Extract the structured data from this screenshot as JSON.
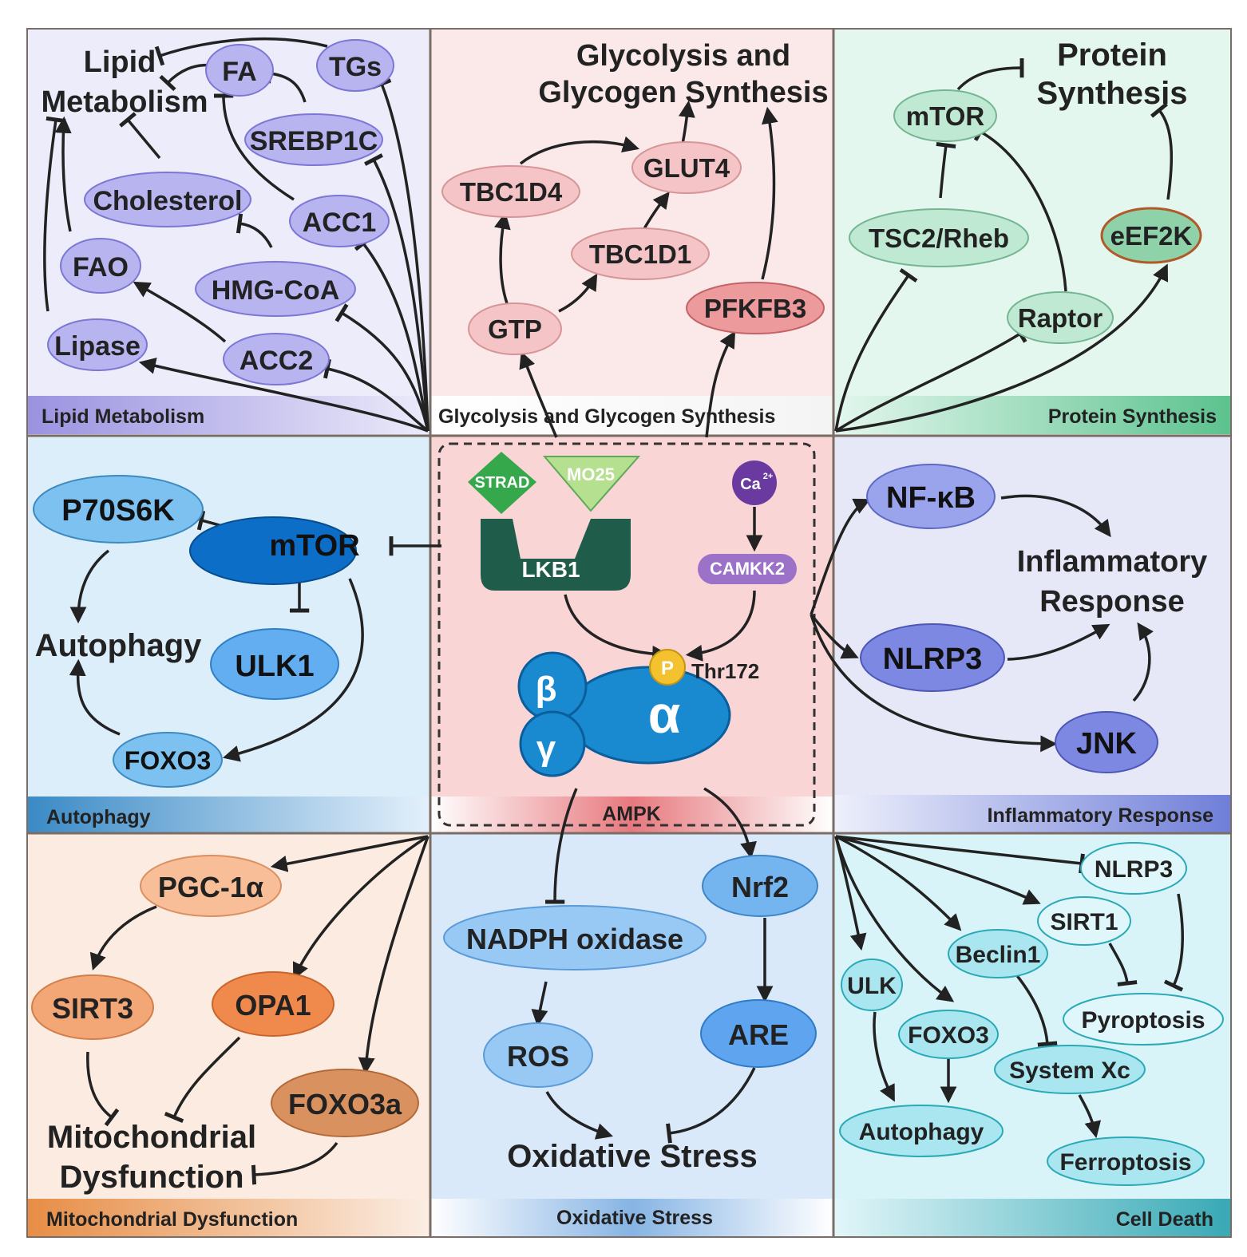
{
  "panels": {
    "lipid": {
      "bar_label": "Lipid Metabolism",
      "title_line1": "Lipid",
      "title_line2": "Metabolism",
      "nodes": {
        "fa": "FA",
        "tgs": "TGs",
        "srebp1c": "SREBP1C",
        "cholesterol": "Cholesterol",
        "acc1": "ACC1",
        "fao": "FAO",
        "hmgcoa": "HMG-CoA",
        "lipase": "Lipase",
        "acc2": "ACC2"
      }
    },
    "glycolysis": {
      "bar_label": "Glycolysis and Glycogen Synthesis",
      "title_line1": "Glycolysis and",
      "title_line2": "Glycogen Synthesis",
      "nodes": {
        "glut4": "GLUT4",
        "tbc1d4": "TBC1D4",
        "tbc1d1": "TBC1D1",
        "gtp": "GTP",
        "pfkfb3": "PFKFB3"
      }
    },
    "protein": {
      "bar_label": "Protein Synthesis",
      "title_line1": "Protein",
      "title_line2": "Synthesis",
      "nodes": {
        "mtor": "mTOR",
        "tsc2": "TSC2/Rheb",
        "eef2k": "eEF2K",
        "raptor": "Raptor"
      }
    },
    "autophagy": {
      "bar_label": "Autophagy",
      "title": "Autophagy",
      "nodes": {
        "p70s6k": "P70S6K",
        "mtor": "mTOR",
        "ulk1": "ULK1",
        "foxo3": "FOXO3"
      }
    },
    "ampk": {
      "bar_label": "AMPK",
      "strad": "STRAD",
      "mo25": "MO25",
      "ca": "Ca",
      "ca_sup": "2+",
      "lkb1": "LKB1",
      "camkk2": "CAMKK2",
      "p": "P",
      "thr172": "Thr172",
      "beta": "β",
      "gamma": "γ",
      "alpha": "α"
    },
    "inflammatory": {
      "bar_label": "Inflammatory Response",
      "title_line1": "Inflammatory",
      "title_line2": "Response",
      "nodes": {
        "nfkb": "NF-κB",
        "nlrp3": "NLRP3",
        "jnk": "JNK"
      }
    },
    "mito": {
      "bar_label": "Mitochondrial Dysfunction",
      "title_line1": "Mitochondrial",
      "title_line2": "Dysfunction",
      "nodes": {
        "pgc1a": "PGC-1α",
        "sirt3": "SIRT3",
        "opa1": "OPA1",
        "foxo3a": "FOXO3a"
      }
    },
    "oxidative": {
      "bar_label": "Oxidative Stress",
      "title": "Oxidative Stress",
      "nodes": {
        "nrf2": "Nrf2",
        "nadph": "NADPH oxidase",
        "ros": "ROS",
        "are": "ARE"
      }
    },
    "celldeath": {
      "bar_label": "Cell Death",
      "nodes": {
        "nlrp3": "NLRP3",
        "sirt1": "SIRT1",
        "beclin1": "Beclin1",
        "ulk": "ULK",
        "pyroptosis": "Pyroptosis",
        "foxo3": "FOXO3",
        "systemxc": "System Xc",
        "autophagy": "Autophagy",
        "ferroptosis": "Ferroptosis"
      }
    }
  },
  "colors": {
    "lipid_bg": "#ececfb",
    "glyco_bg": "#fbe9ea",
    "protein_bg": "#e4f7ee",
    "autophagy_bg": "#ddeefb",
    "ampk_bg": "#f9d5d6",
    "inflam_bg": "#e6e8f8",
    "mito_bg": "#fbebe0",
    "oxid_bg": "#d9e9fa",
    "death_bg": "#d8f4f8"
  }
}
